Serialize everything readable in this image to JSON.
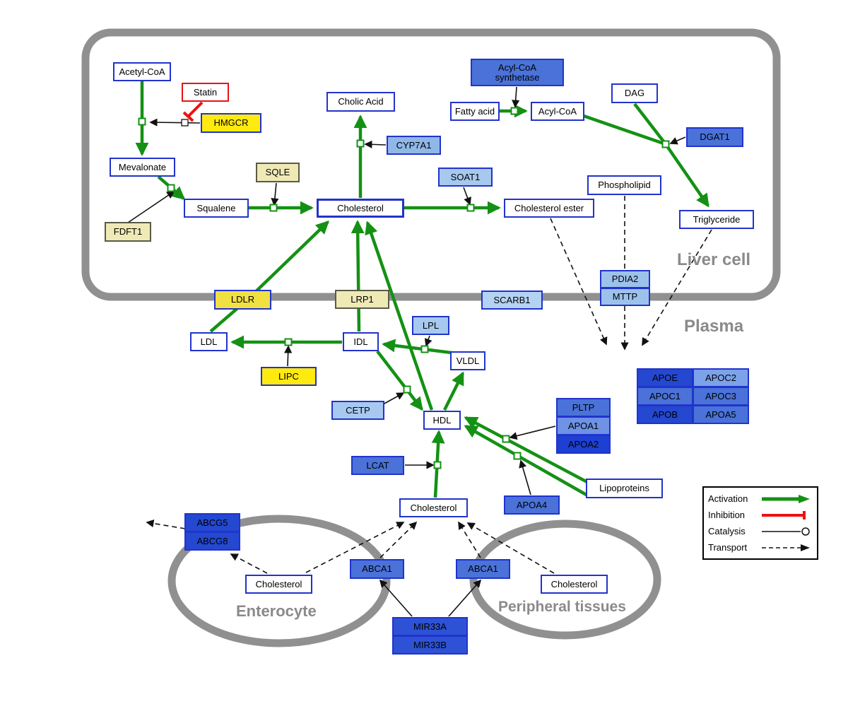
{
  "diagram": {
    "compartments": {
      "liver": "Liver cell",
      "plasma": "Plasma",
      "enterocyte": "Enterocyte",
      "peripheral": "Peripheral tissues"
    },
    "nodes": {
      "acetyl_coa": "Acetyl-CoA",
      "statin": "Statin",
      "hmgcr": "HMGCR",
      "mevalonate": "Mevalonate",
      "sqle": "SQLE",
      "fdft1": "FDFT1",
      "squalene": "Squalene",
      "cholic_acid": "Cholic Acid",
      "cyp7a1": "CYP7A1",
      "cholesterol_liver": "Cholesterol",
      "soat1": "SOAT1",
      "cholesterol_ester": "Cholesterol ester",
      "acyl_coa_synthetase": "Acyl-CoA synthetase",
      "fatty_acid": "Fatty acid",
      "acyl_coa": "Acyl-CoA",
      "dag": "DAG",
      "dgat1": "DGAT1",
      "phospholipid": "Phospholipid",
      "triglyceride": "Triglyceride",
      "ldlr": "LDLR",
      "lrp1": "LRP1",
      "scarb1": "SCARB1",
      "pdia2": "PDIA2",
      "mttp": "MTTP",
      "ldl": "LDL",
      "idl": "IDL",
      "lpl": "LPL",
      "vldl": "VLDL",
      "lipc": "LIPC",
      "cetp": "CETP",
      "hdl": "HDL",
      "lcat": "LCAT",
      "pltp": "PLTP",
      "apoa1": "APOA1",
      "apoa2": "APOA2",
      "apoa4": "APOA4",
      "lipoproteins": "Lipoproteins",
      "apoe": "APOE",
      "apoc2": "APOC2",
      "apoc1": "APOC1",
      "apoc3": "APOC3",
      "apob": "APOB",
      "apoa5": "APOA5",
      "cholesterol_plasma": "Cholesterol",
      "abcg5": "ABCG5",
      "abcg8": "ABCG8",
      "cholesterol_enterocyte": "Cholesterol",
      "abca1_left": "ABCA1",
      "abca1_right": "ABCA1",
      "cholesterol_peripheral": "Cholesterol",
      "mir33a": "MIR33A",
      "mir33b": "MIR33B"
    },
    "legend": {
      "activation": "Activation",
      "inhibition": "Inhibition",
      "catalysis": "Catalysis",
      "transport": "Transport"
    },
    "colors": {
      "activation_green": "#149114",
      "inhibition_red": "#ee1111",
      "membrane_gray": "#909090",
      "metabolite_border_blue": "#2233cc",
      "gene_yellow": "#ffea10",
      "gene_pale_yellow": "#efe9b6",
      "gene_light_blue": "#a8c9ef",
      "gene_medium_blue": "#4a72d8",
      "gene_dark_blue": "#2448d0"
    }
  }
}
